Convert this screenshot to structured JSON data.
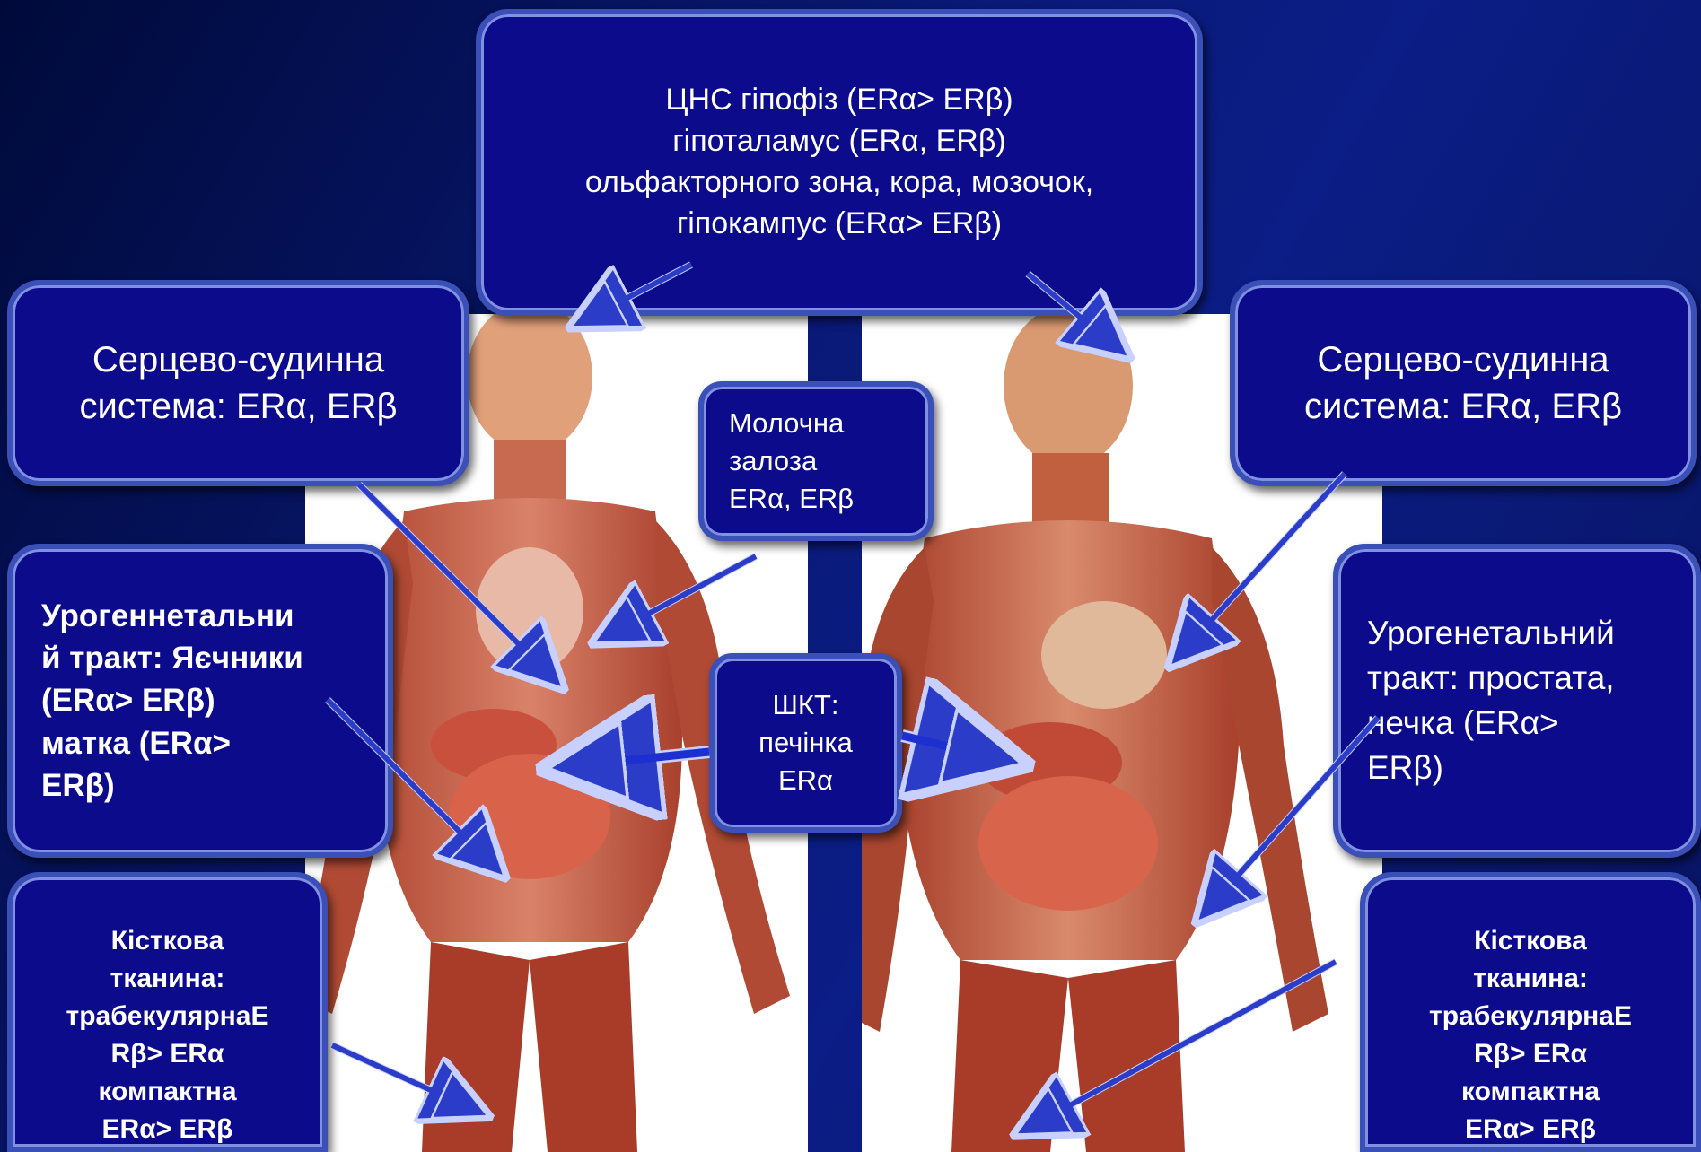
{
  "boxes": {
    "cns": "ЦНС гіпофіз (ERα> ERβ)\nгіпоталамус (ERα, ERβ)\nольфакторного зона, кора, мозочок,\nгіпокампус (ERα> ERβ)",
    "cardio_left": "Серцево-судинна\nсистема: ERα, ERβ",
    "cardio_right": "Серцево-судинна\nсистема: ERα, ERβ",
    "mammary": "Молочна\nзалоза\nERα, ERβ",
    "gi": "ШКТ:\nпечінка\nERα",
    "urogen_left": "Урогеннетальни\nй тракт: Яєчники\n(ERα> ERβ)\nматка (ERα>\nERβ)",
    "urogen_right": "Урогенетальний\nтракт: простата,\nнечка (ERα>\nERβ)",
    "bone_left": "Кісткова\nтканина:\nтрабекулярнаE\nRβ> ERα\nкомпактна\nERα> ERβ",
    "bone_right": "Кісткова\nтканина:\nтрабекулярнаE\nRβ> ERα\nкомпактна\nERα> ERβ"
  },
  "colors": {
    "box_fill": "#0b0b8c",
    "box_border": "#3a4fb8",
    "arrow": "#2a3cc8"
  }
}
